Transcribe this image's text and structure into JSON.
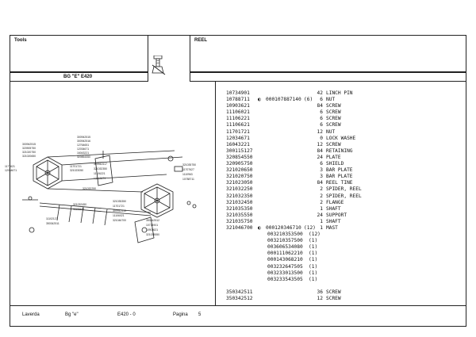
{
  "tools_panel": {
    "title": "Tools",
    "model_label": "BG \"E\" E420"
  },
  "reel_panel": {
    "title": "REEL"
  },
  "parts": [
    {
      "code": "10734901",
      "qty": "42",
      "desc": "LINCH PIN"
    },
    {
      "code": "10788711",
      "qty": "6",
      "desc": "NUT",
      "marked": true,
      "sub_code": "000107887140",
      "sub_qty": "(6)"
    },
    {
      "code": "10903621",
      "qty": "84",
      "desc": "SCREW"
    },
    {
      "code": "11106021",
      "qty": "6",
      "desc": "SCREW"
    },
    {
      "code": "11106221",
      "qty": "6",
      "desc": "SCREW"
    },
    {
      "code": "11106621",
      "qty": "6",
      "desc": "SCREW"
    },
    {
      "code": "11701721",
      "qty": "12",
      "desc": "NUT"
    },
    {
      "code": "12034671",
      "qty": "0",
      "desc": "LOCK WASHE"
    },
    {
      "code": "16043221",
      "qty": "12",
      "desc": "SCREW"
    },
    {
      "code": "300115127",
      "qty": "84",
      "desc": "RETAINING"
    },
    {
      "code": "320854550",
      "qty": "24",
      "desc": "PLATE"
    },
    {
      "code": "320905750",
      "qty": "6",
      "desc": "SHIELD"
    },
    {
      "code": "321020650",
      "qty": "3",
      "desc": "BAR PLATE"
    },
    {
      "code": "321020750",
      "qty": "3",
      "desc": "BAR PLATE"
    },
    {
      "code": "321023050",
      "qty": "84",
      "desc": "REEL TINE"
    },
    {
      "code": "321032250",
      "qty": "2",
      "desc": "SPIDER, REEL"
    },
    {
      "code": "321032350",
      "qty": "2",
      "desc": "SPIDER, REEL"
    },
    {
      "code": "321032450",
      "qty": "2",
      "desc": "FLANGE"
    },
    {
      "code": "321035350",
      "qty": "1",
      "desc": "SHAFT"
    },
    {
      "code": "321035550",
      "qty": "24",
      "desc": "SUPPORT"
    },
    {
      "code": "321035750",
      "qty": "1",
      "desc": "SHAFT"
    },
    {
      "code": "321046700",
      "qty": "1",
      "desc": "MAST",
      "marked": true,
      "sub_code": "000120346710",
      "sub_qty": "(12)"
    }
  ],
  "sub_parts": [
    {
      "code": "003210353500",
      "qty": "(12)"
    },
    {
      "code": "003210357500",
      "qty": "(1)"
    },
    {
      "code": "003606534080",
      "qty": "(1)"
    },
    {
      "code": "000111062210",
      "qty": "(1)"
    },
    {
      "code": "000143068210",
      "qty": "(1)"
    },
    {
      "code": "003232647505",
      "qty": "(1)"
    },
    {
      "code": "003233013500",
      "qty": "(1)"
    },
    {
      "code": "003233543505",
      "qty": "(1)"
    }
  ],
  "parts_tail": [
    {
      "code": "350342511",
      "qty": "36",
      "desc": "SCREW"
    },
    {
      "code": "350342512",
      "qty": "12",
      "desc": "SCREW"
    }
  ],
  "diagram_labels": [
    "300942515",
    "300942516",
    "12764651",
    "12034671",
    "16043221",
    "320854550",
    "1177621",
    "12034671",
    "300942515",
    "320905750",
    "321020750",
    "321020650",
    "11701721",
    "321023050",
    "300942517",
    "321032350",
    "11106221",
    "12034671",
    "321032250",
    "321032450",
    "11106621",
    "321035350",
    "11701721",
    "300942519",
    "11106021",
    "321046700",
    "11102127",
    "350342511",
    "350342512",
    "10734901",
    "10903621",
    "321035550",
    "321035750",
    "11707627",
    "1110963",
    "10788711"
  ],
  "footer": {
    "brand": "Laverda",
    "model": "Bg \"e\"",
    "section": "E420 - 0",
    "page_label": "Pagina",
    "page_number": "5"
  }
}
